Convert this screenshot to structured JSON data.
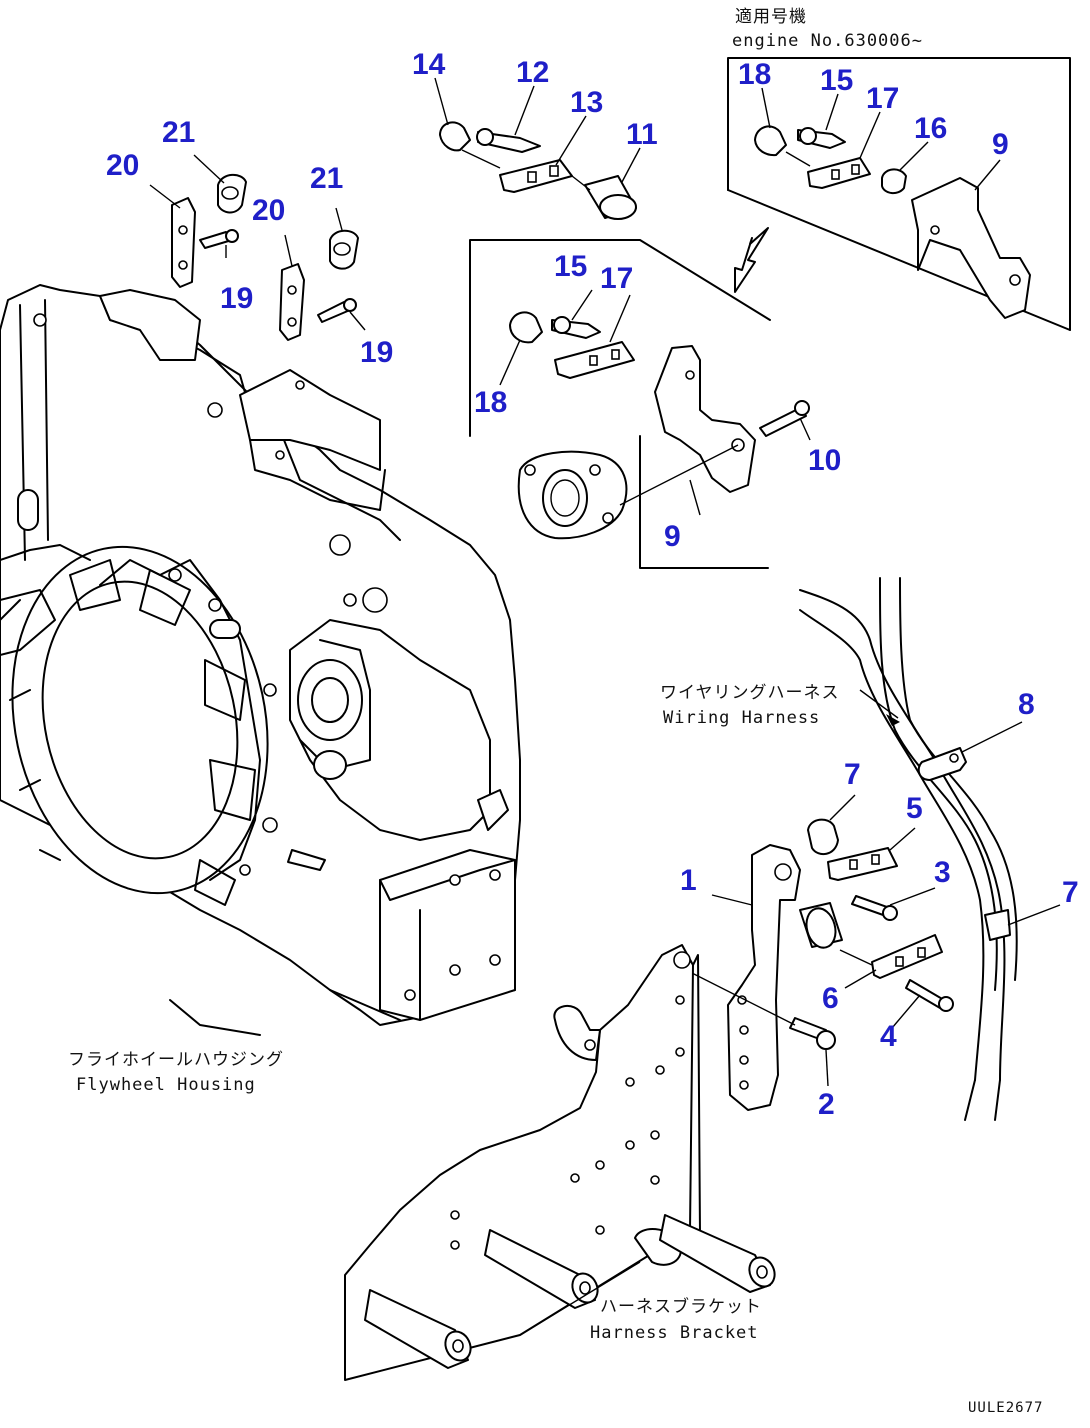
{
  "applicability": {
    "heading": "適用号機",
    "serial": "engine No.630006~"
  },
  "labels": {
    "wiring_harness_jp": "ワイヤリングハーネス",
    "wiring_harness_en": "Wiring Harness",
    "flywheel_housing_jp": "フライホイールハウジング",
    "flywheel_housing_en": "Flywheel Housing",
    "harness_bracket_jp": "ハーネスブラケット",
    "harness_bracket_en": "Harness Bracket",
    "drawing_code": "UULE2677"
  },
  "callouts": {
    "c1": "1",
    "c2": "2",
    "c3": "3",
    "c4": "4",
    "c5": "5",
    "c6": "6",
    "c7a": "7",
    "c7b": "7",
    "c8": "8",
    "c9a": "9",
    "c9b": "9",
    "c10": "10",
    "c11": "11",
    "c12": "12",
    "c13": "13",
    "c14": "14",
    "c15a": "15",
    "c15b": "15",
    "c16": "16",
    "c17a": "17",
    "c17b": "17",
    "c18a": "18",
    "c18b": "18",
    "c19a": "19",
    "c19b": "19",
    "c20a": "20",
    "c20b": "20",
    "c21a": "21",
    "c21b": "21"
  },
  "colors": {
    "callout": "#1f1fc8",
    "line": "#000000",
    "background": "#ffffff"
  }
}
